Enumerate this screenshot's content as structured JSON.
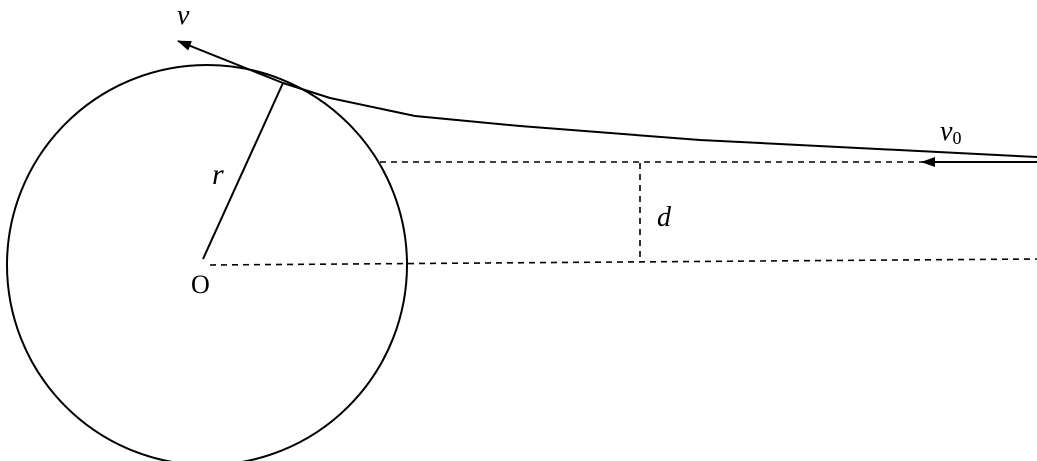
{
  "labels": {
    "v": "v",
    "v0_main": "v",
    "v0_sub": "0",
    "r": "r",
    "d": "d",
    "O": "O"
  },
  "colors": {
    "stroke": "#000000",
    "background": "#ffffff"
  },
  "icons": {
    "velocity_arrowhead": "arrowhead"
  }
}
